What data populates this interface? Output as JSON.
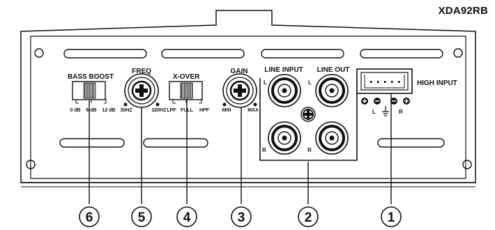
{
  "model": "XDA92RB",
  "controls": {
    "bass_boost": {
      "title": "BASS BOOST",
      "ticks": [
        "0 dB",
        "6 dB",
        "12 dB"
      ]
    },
    "freq": {
      "title": "FREQ",
      "min": "30HZ",
      "max": "320HZ"
    },
    "xover": {
      "title": "X-OVER",
      "ticks": [
        "LPF",
        "FULL",
        "HPF"
      ]
    },
    "gain": {
      "title": "GAIN",
      "min": "MIN",
      "max": "MAX"
    },
    "line_input": {
      "title": "LINE INPUT",
      "l": "L",
      "r": "R"
    },
    "line_out": {
      "title": "LINE OUT",
      "l": "L",
      "r": "R"
    },
    "high_input": {
      "title": "HIGH INPUT",
      "l": "L",
      "r": "R"
    }
  },
  "callouts": [
    "6",
    "5",
    "4",
    "3",
    "2",
    "1"
  ],
  "colors": {
    "stroke": "#111111",
    "background": "#ffffff"
  }
}
